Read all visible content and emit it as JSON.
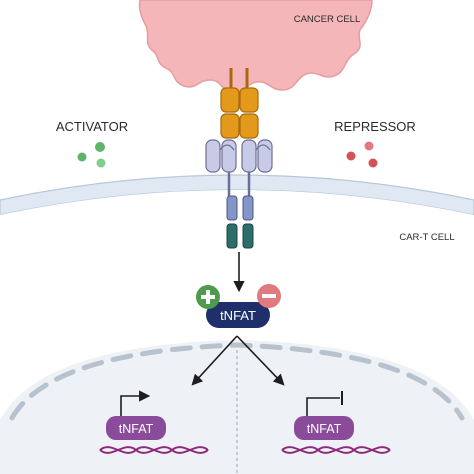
{
  "labels": {
    "cancer_cell": "CANCER CELL",
    "car_t_cell": "CAR-T CELL",
    "activator": "ACTIVATOR",
    "repressor": "REPRESSOR",
    "tnfat_main": "tNFAT",
    "tnfat_left": "tNFAT",
    "tnfat_right": "tNFAT",
    "plus_symbol": "+",
    "minus_symbol": "−"
  },
  "colors": {
    "cancer_cell": "#f4b6b8",
    "cancer_cell_edge": "#e79c9f",
    "membrane": "#dfe8f3",
    "membrane_edge": "#b9c7d8",
    "nucleus": "#eef1f5",
    "nucleus_dash": "#b8c2ce",
    "antigen_orange": "#e39a1b",
    "antigen_edge": "#a8690c",
    "receptor_lavender": "#c8cbe6",
    "receptor_edge": "#6d6e93",
    "domain_blue": "#8496c8",
    "domain_teal": "#2f6d6a",
    "tnfat_navy": "#1f2f6b",
    "tnfat_purple": "#8a4b9a",
    "activator_green": "#5fb46c",
    "repressor_red": "#d35256",
    "plus_green": "#4f9a4d",
    "minus_pink": "#e07a80",
    "dna_purple": "#8e2a7c",
    "arrow": "#1e1e1e"
  },
  "icons": {
    "plus": "plus-icon",
    "minus": "minus-icon",
    "activation_arrow": "bent-arrow-icon",
    "repression_bar": "t-bar-icon"
  }
}
